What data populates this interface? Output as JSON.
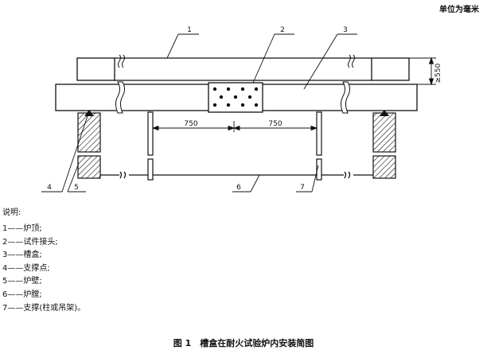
{
  "unit_note": "单位为毫米",
  "callouts": [
    "1",
    "2",
    "3",
    "4",
    "5",
    "6",
    "7"
  ],
  "dimensions": {
    "left_span": "750",
    "right_span": "750",
    "height": "≥550"
  },
  "legend": {
    "title": "说明:",
    "items": [
      "1——炉顶;",
      "2——试件接头;",
      "3——槽盒;",
      "4——支撑点;",
      "5——炉壁;",
      "6——炉膛;",
      "7——支撑(柱或吊架)。"
    ]
  },
  "caption": "图 1　槽盒在耐火试验炉内安装简图"
}
